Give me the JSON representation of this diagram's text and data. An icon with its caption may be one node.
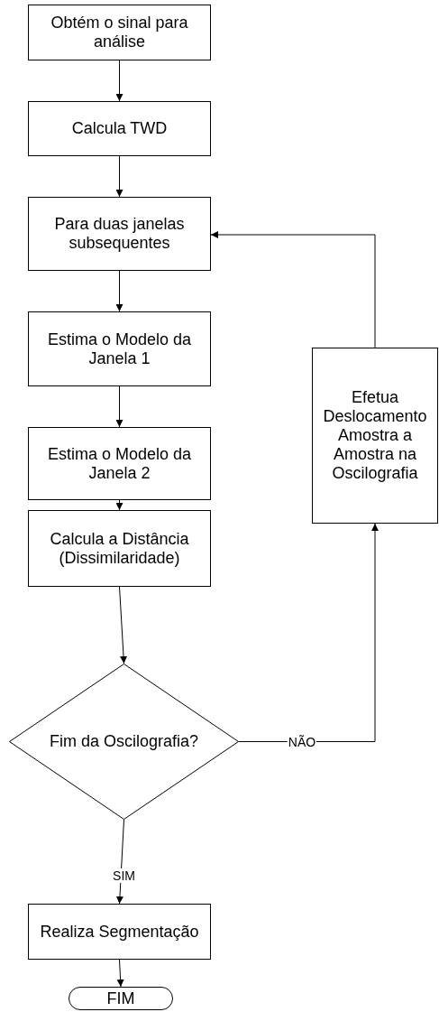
{
  "diagram": {
    "nodes": [
      {
        "text": [
          "Obtém o sinal para análise"
        ]
      },
      {
        "text": [
          "Calcula TWD"
        ]
      },
      {
        "text": [
          "Para duas janelas subsequentes"
        ]
      },
      {
        "text": [
          "Estima o Modelo da Janela 1"
        ]
      },
      {
        "text": [
          "Estima o Modelo da Janela 2"
        ]
      },
      {
        "text": [
          "Calcula a Distância (Dissimilaridade)"
        ]
      },
      {
        "text": [
          "Fim da Oscilografia?"
        ]
      },
      {
        "text": [
          "Realiza Segmentação"
        ]
      },
      {
        "text": [
          "FIM"
        ]
      },
      {
        "text": [
          "Efetua Deslocamento Amostra a Amostra na Oscilografia"
        ]
      }
    ],
    "edges": [
      {
        "from": 0,
        "to": 1,
        "arrow": "to"
      },
      {
        "from": 1,
        "to": 2,
        "arrow": "to"
      },
      {
        "from": 2,
        "to": 3,
        "arrow": "to"
      },
      {
        "from": 3,
        "to": 4,
        "arrow": "to"
      },
      {
        "from": 4,
        "to": 5,
        "arrow": "to"
      },
      {
        "from": 5,
        "to": 6,
        "arrow": "to"
      },
      {
        "from": 6,
        "to": 7,
        "arrow": "to",
        "label": "SIM"
      },
      {
        "from": 6,
        "to": 9,
        "arrow": "to",
        "label": "NÃO"
      },
      {
        "from": 9,
        "to": 2,
        "arrow": "to"
      },
      {
        "from": 7,
        "to": 8,
        "arrow": "to"
      }
    ]
  }
}
